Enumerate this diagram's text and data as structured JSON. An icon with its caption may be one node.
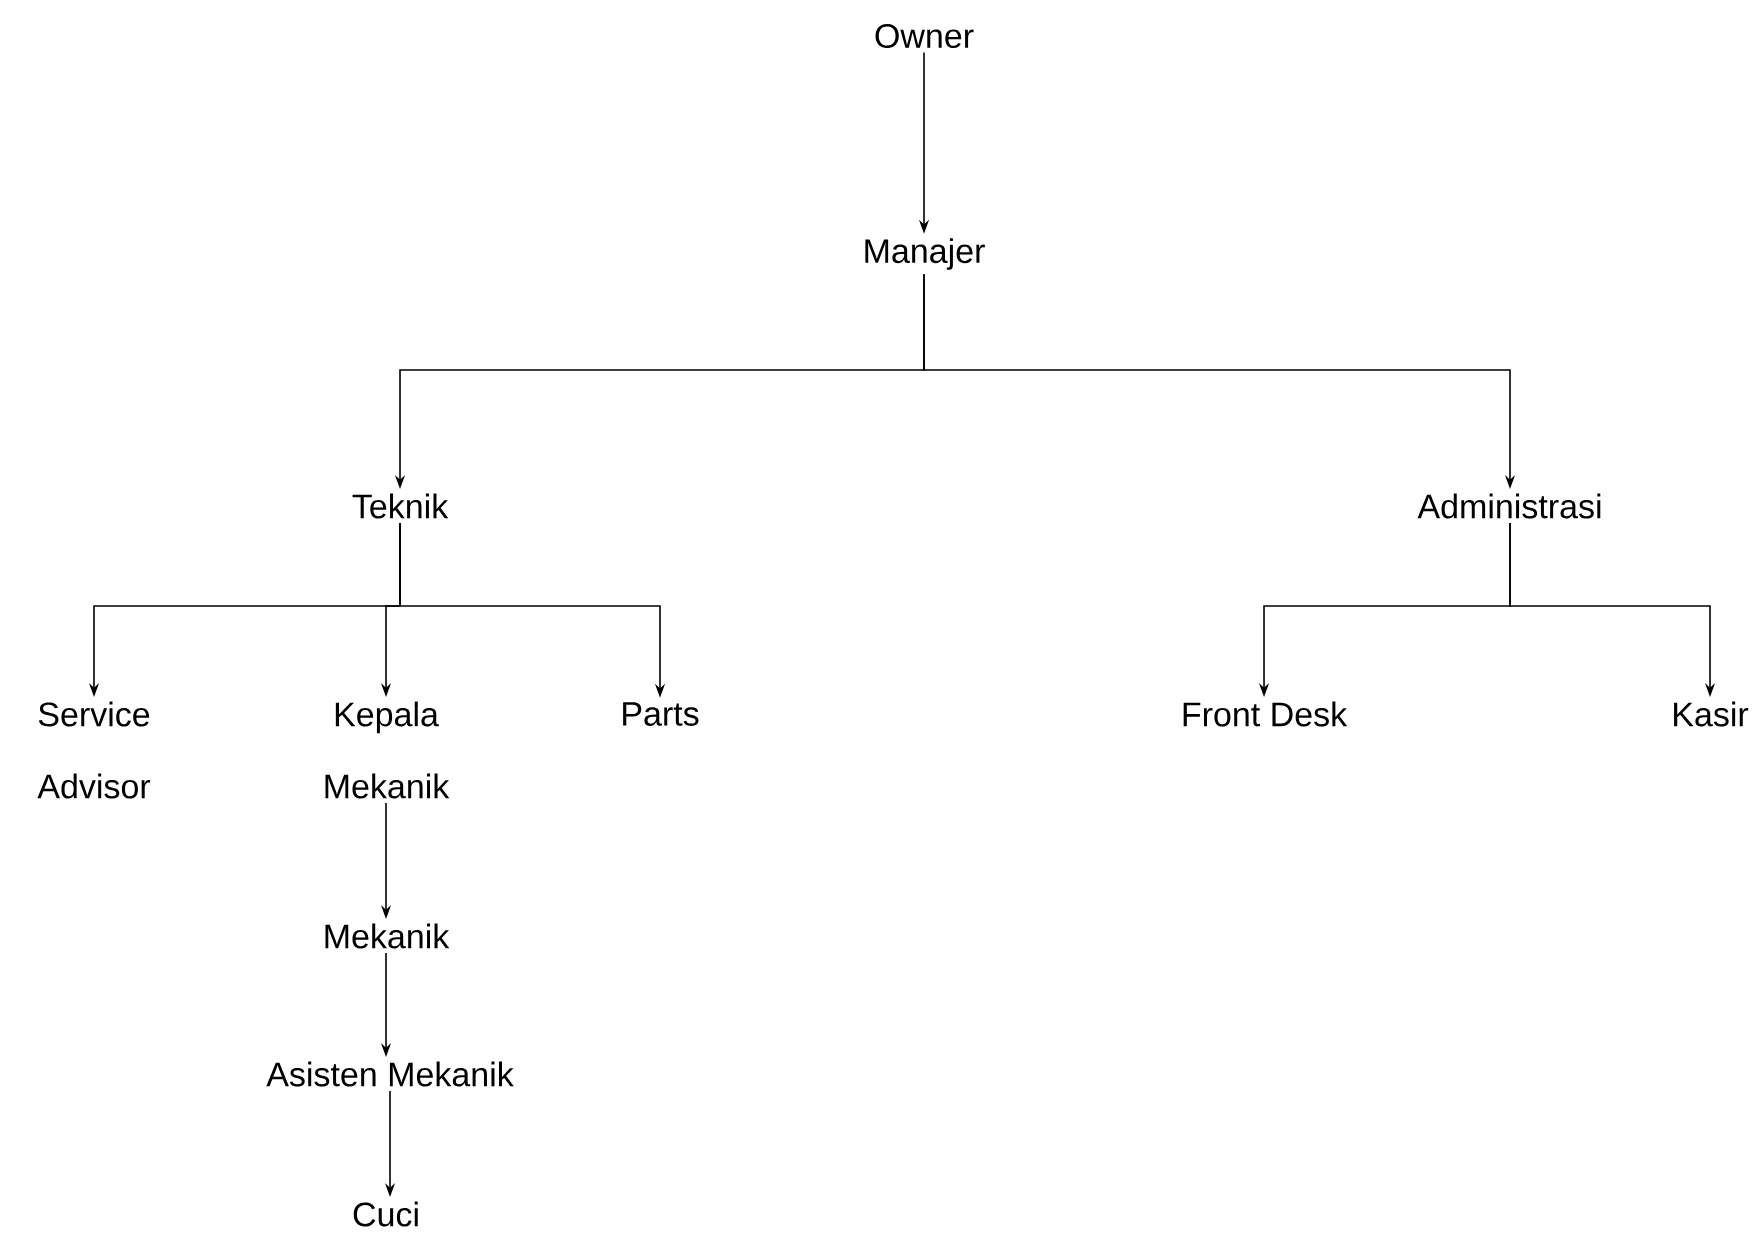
{
  "diagram": {
    "nodes": [
      {
        "text": [
          "Owner"
        ]
      },
      {
        "text": [
          "Manajer"
        ]
      },
      {
        "text": [
          "Teknik"
        ]
      },
      {
        "text": [
          "Administrasi"
        ]
      },
      {
        "text": [
          "Service Advisor"
        ]
      },
      {
        "text": [
          "Kepala Mekanik"
        ]
      },
      {
        "text": [
          "Parts"
        ]
      },
      {
        "text": [
          "Front Desk"
        ]
      },
      {
        "text": [
          "Kasir"
        ]
      },
      {
        "text": [
          "Mekanik"
        ]
      },
      {
        "text": [
          "Asisten Mekanik"
        ]
      },
      {
        "text": [
          "Cuci"
        ]
      }
    ],
    "edges": [
      {
        "from": 0,
        "to": 1,
        "arrow": "to"
      },
      {
        "from": 1,
        "to": 2,
        "arrow": "to"
      },
      {
        "from": 1,
        "to": 3,
        "arrow": "to"
      },
      {
        "from": 2,
        "to": 4,
        "arrow": "to"
      },
      {
        "from": 2,
        "to": 5,
        "arrow": "to"
      },
      {
        "from": 2,
        "to": 6,
        "arrow": "to"
      },
      {
        "from": 3,
        "to": 7,
        "arrow": "to"
      },
      {
        "from": 3,
        "to": 8,
        "arrow": "to"
      },
      {
        "from": 5,
        "to": 9,
        "arrow": "to"
      },
      {
        "from": 9,
        "to": 10,
        "arrow": "to"
      },
      {
        "from": 10,
        "to": 11,
        "arrow": "to"
      }
    ]
  }
}
